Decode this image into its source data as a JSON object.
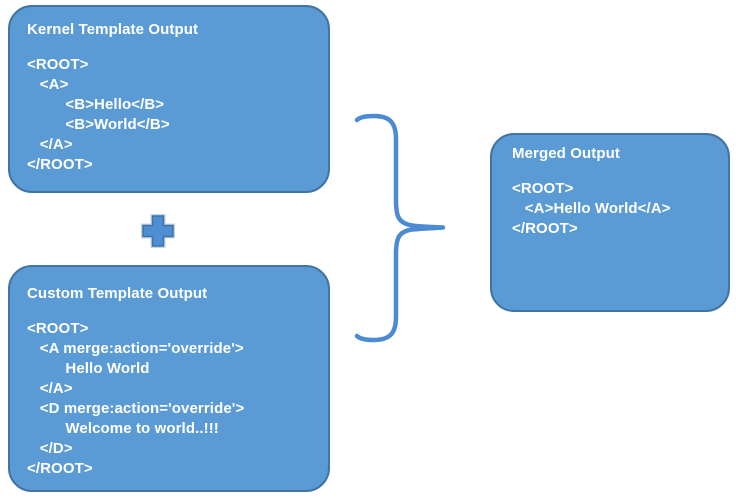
{
  "colors": {
    "page_bg": "#ffffff",
    "box_fill": "#5B9BD5",
    "box_border": "#4173A4",
    "box_text": "#ffffff",
    "brace_stroke": "#4C8BD3",
    "plus_fill": "#4E8ED2",
    "plus_border": "#4173A4",
    "plus_halo": "#C5D5E8"
  },
  "kernel_box": {
    "title": "Kernel Template Output",
    "code_lines": [
      "<ROOT>",
      "   <A>",
      "         <B>Hello</B>",
      "         <B>World</B>",
      "   </A>",
      "</ROOT>"
    ]
  },
  "custom_box": {
    "title": "Custom Template Output",
    "code_lines": [
      "<ROOT>",
      "   <A merge:action='override'>",
      "         Hello World",
      "   </A>",
      "   <D merge:action='override'>",
      "         Welcome to world..!!!",
      "   </D>",
      "</ROOT>"
    ]
  },
  "merged_box": {
    "title": "Merged Output",
    "code_lines": [
      "<ROOT>",
      "   <A>Hello World</A>",
      "</ROOT>"
    ]
  },
  "operators": {
    "plus_icon": "plus-icon",
    "brace_icon": "right-curly-brace-icon"
  }
}
